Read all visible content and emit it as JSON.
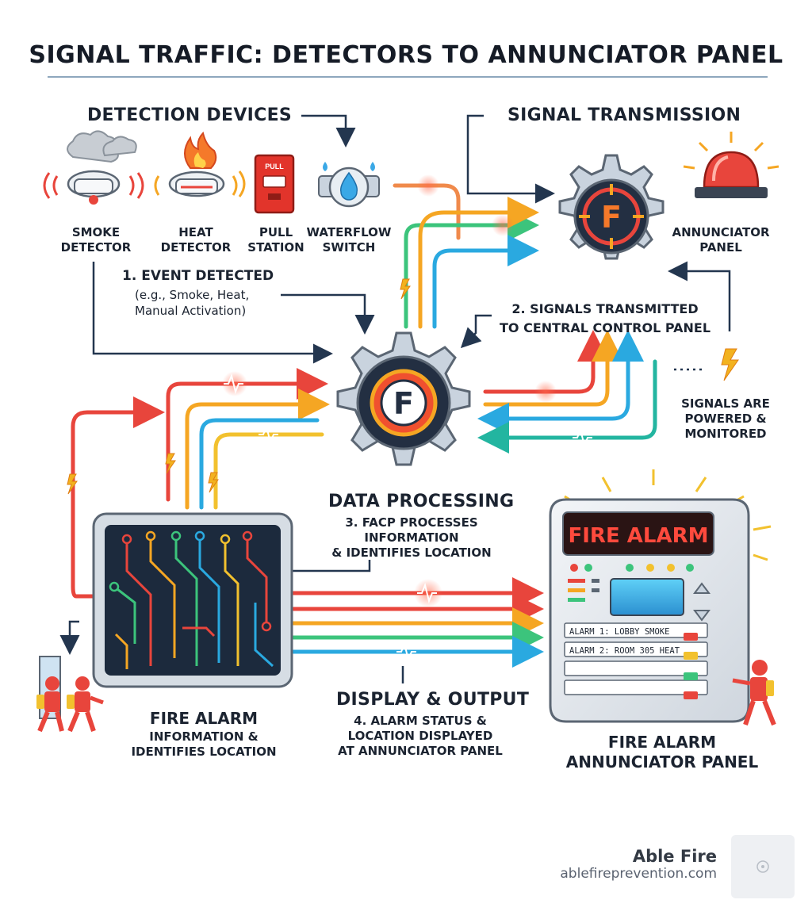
{
  "title": "SIGNAL TRAFFIC: DETECTORS TO ANNUNCIATOR PANEL",
  "sections": {
    "detection": "DETECTION DEVICES",
    "transmission": "SIGNAL TRANSMISSION",
    "processing": "DATA PROCESSING",
    "display": "DISPLAY & OUTPUT"
  },
  "devices": {
    "smoke": "SMOKE\nDETECTOR",
    "heat": "HEAT\nDETECTOR",
    "pull_sign": "PULL",
    "pull": "PULL\nSTATION",
    "waterflow": "WATERFLOW\nSWITCH"
  },
  "steps": {
    "step1_title": "1. EVENT DETECTED",
    "step1_text": "(e.g., Smoke, Heat,\nManual Activation)",
    "step2": "2. SIGNALS TRANSMITTED\nTO CENTRAL CONTROL PANEL",
    "step3": "3. FACP PROCESSES\nINFORMATION\n& IDENTIFIES LOCATION",
    "step4": "4. ALARM STATUS &\nLOCATION DISPLAYED\nAT ANNUNCIATOR PANEL",
    "powered": "SIGNALS ARE\nPOWERED &\nMONITORED"
  },
  "nodes": {
    "gear_letter": "F",
    "annunciator_small": "ANNUNCIATOR\nPANEL",
    "board_title": "FIRE ALARM",
    "board_sub": "INFORMATION &\nIDENTIFIES LOCATION",
    "panel_title": "FIRE ALARM\nANNUNCIATOR PANEL"
  },
  "panel": {
    "header": "FIRE ALARM",
    "alarm1": "ALARM 1: LOBBY SMOKE",
    "alarm2": "ALARM 2: ROOM 305 HEAT"
  },
  "colors": {
    "red": "#e8453c",
    "orange": "#f5a623",
    "yellow": "#f2c12e",
    "green": "#3cc47c",
    "teal": "#23b5a0",
    "blue": "#2aa9e0",
    "navy": "#23364f",
    "gear": "#c9d3de"
  },
  "brand": {
    "name": "Able Fire",
    "url": "ablefireprevention.com"
  }
}
